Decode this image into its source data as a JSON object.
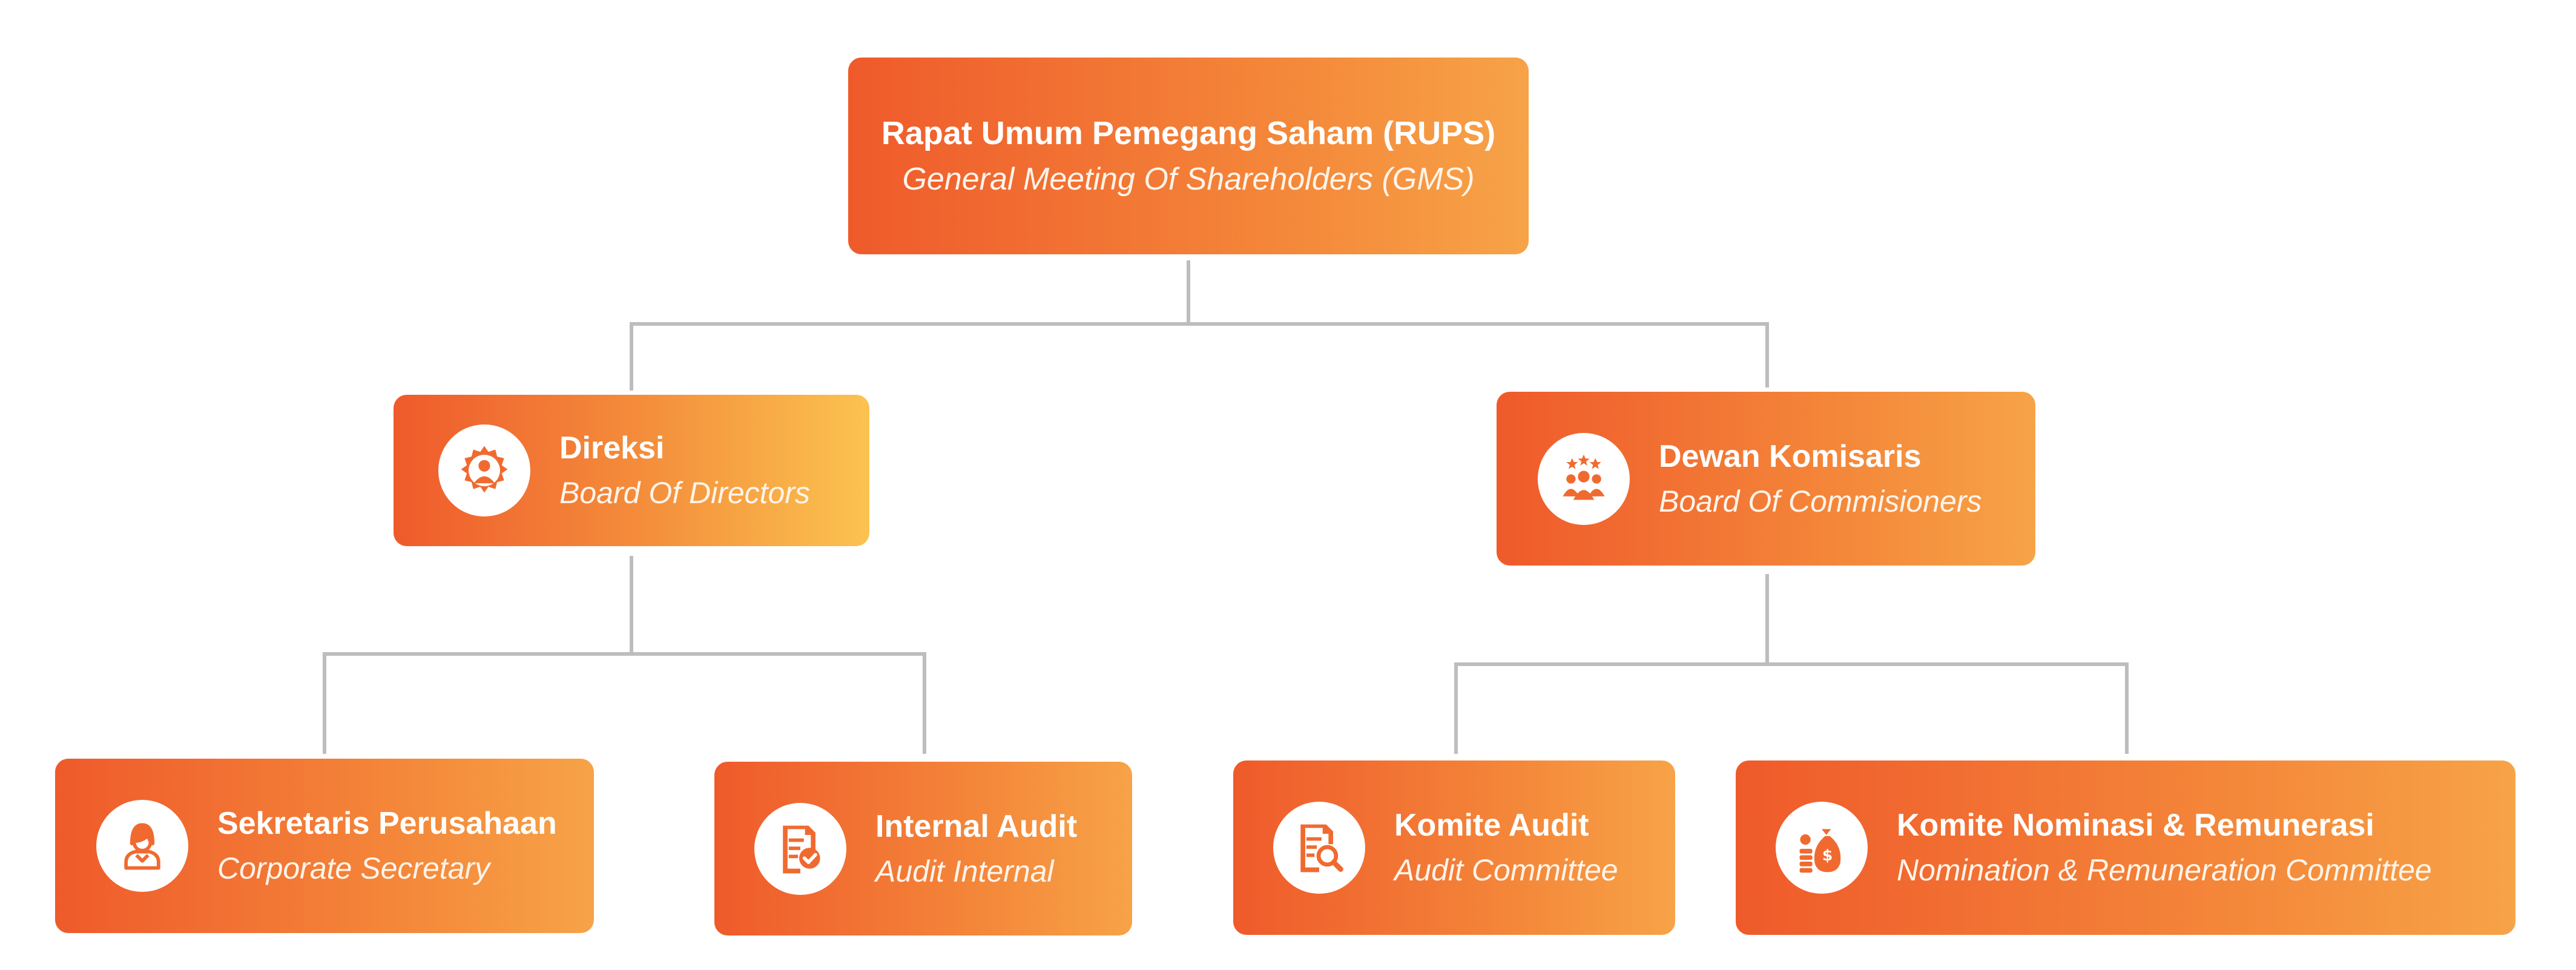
{
  "colors": {
    "box_start": "#ef5a2b",
    "box_end": "#f7a348",
    "connector": "#bdbdbd",
    "icon_bg": "#ffffff"
  },
  "root": {
    "title": "Rapat Umum Pemegang Saham (RUPS)",
    "subtitle": "General Meeting Of Shareholders (GMS)"
  },
  "direksi": {
    "title": "Direksi",
    "subtitle": "Board Of Directors",
    "icon": "gear-person-icon"
  },
  "dewan": {
    "title": "Dewan Komisaris",
    "subtitle": "Board Of Commisioners",
    "icon": "team-stars-icon"
  },
  "sekretaris": {
    "title": "Sekretaris Perusahaan",
    "subtitle": "Corporate Secretary",
    "icon": "woman-user-icon"
  },
  "internal_audit": {
    "title": "Internal Audit",
    "subtitle": "Audit Internal",
    "icon": "audit-document-icon"
  },
  "komite_audit": {
    "title": "Komite Audit",
    "subtitle": "Audit Committee",
    "icon": "audit-search-icon"
  },
  "komite_nominasi": {
    "title": "Komite Nominasi & Remunerasi",
    "subtitle": "Nomination & Remuneration Committee",
    "icon": "money-bag-icon"
  }
}
